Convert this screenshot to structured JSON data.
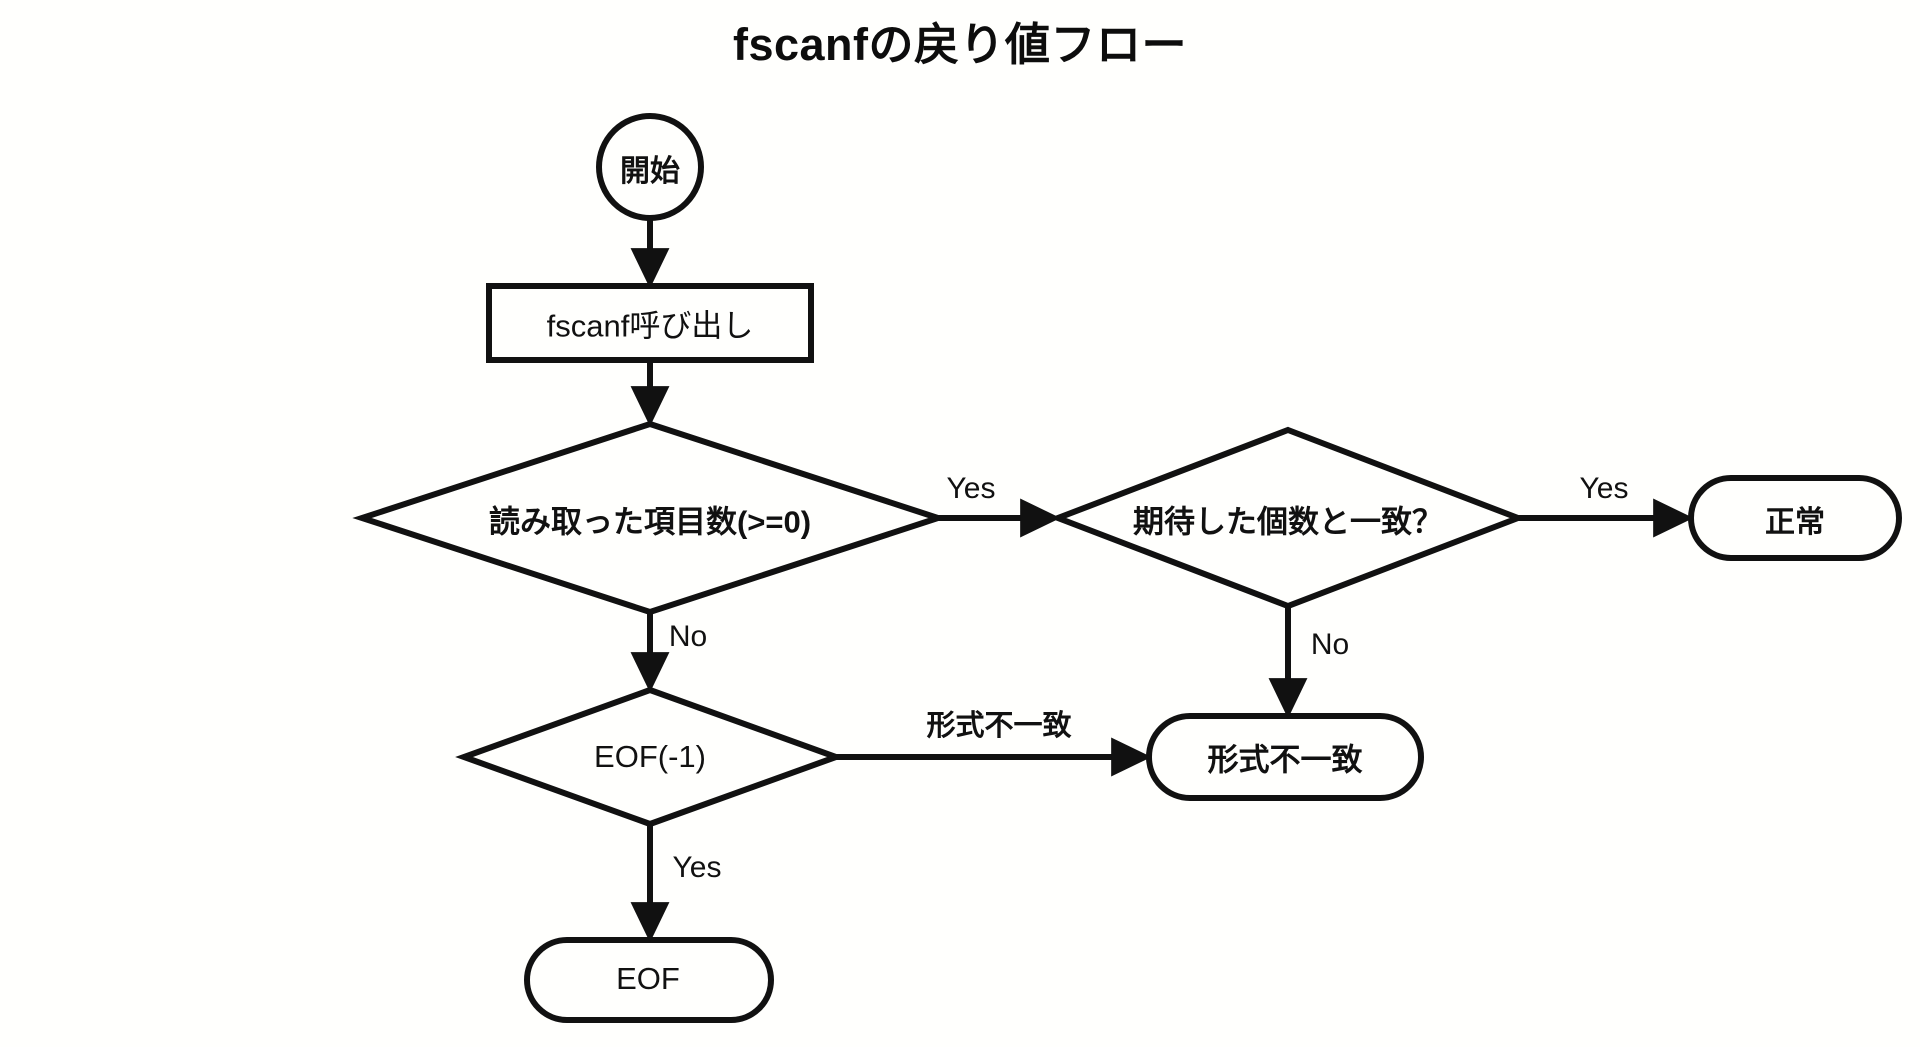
{
  "title": "fscanfの戻り値フロー",
  "background_color": "#fffffd",
  "stroke_color": "#111111",
  "chart_data": {
    "type": "diagram",
    "subtype": "flowchart",
    "title": "fscanfの戻り値フロー",
    "orientation": "top-down-with-right-branch",
    "nodes": [
      {
        "id": "start",
        "shape": "circle",
        "label": "開始"
      },
      {
        "id": "call",
        "shape": "rectangle",
        "label": "fscanf呼び出し"
      },
      {
        "id": "dec_count",
        "shape": "diamond",
        "label": "読み取った項目数(>=0)"
      },
      {
        "id": "dec_match",
        "shape": "diamond",
        "label": "期待した個数と一致？"
      },
      {
        "id": "ok",
        "shape": "rounded-rectangle",
        "label": "正常"
      },
      {
        "id": "dec_eof",
        "shape": "diamond",
        "label": "EOF(-1)"
      },
      {
        "id": "mismatch",
        "shape": "rounded-rectangle",
        "label": "形式不一致"
      },
      {
        "id": "eof_end",
        "shape": "rounded-rectangle",
        "label": "EOF"
      }
    ],
    "edges": [
      {
        "from": "start",
        "to": "call",
        "label": ""
      },
      {
        "from": "call",
        "to": "dec_count",
        "label": ""
      },
      {
        "from": "dec_count",
        "to": "dec_match",
        "label": "Yes"
      },
      {
        "from": "dec_count",
        "to": "dec_eof",
        "label": "No"
      },
      {
        "from": "dec_match",
        "to": "ok",
        "label": "Yes"
      },
      {
        "from": "dec_match",
        "to": "mismatch",
        "label": "No"
      },
      {
        "from": "dec_eof",
        "to": "mismatch",
        "label": "形式不一致"
      },
      {
        "from": "dec_eof",
        "to": "eof_end",
        "label": "Yes"
      }
    ]
  },
  "nodes": {
    "start": "開始",
    "call": "fscanf呼び出し",
    "dec_count": "読み取った項目数(>=0)",
    "dec_match": "期待した個数と一致？",
    "ok": "正常",
    "dec_eof": "EOF(-1)",
    "mismatch": "形式不一致",
    "eof_end": "EOF"
  },
  "edge_labels": {
    "count_yes": "Yes",
    "count_no": "No",
    "match_yes": "Yes",
    "match_no": "No",
    "eof_format": "形式不一致",
    "eof_yes": "Yes"
  }
}
